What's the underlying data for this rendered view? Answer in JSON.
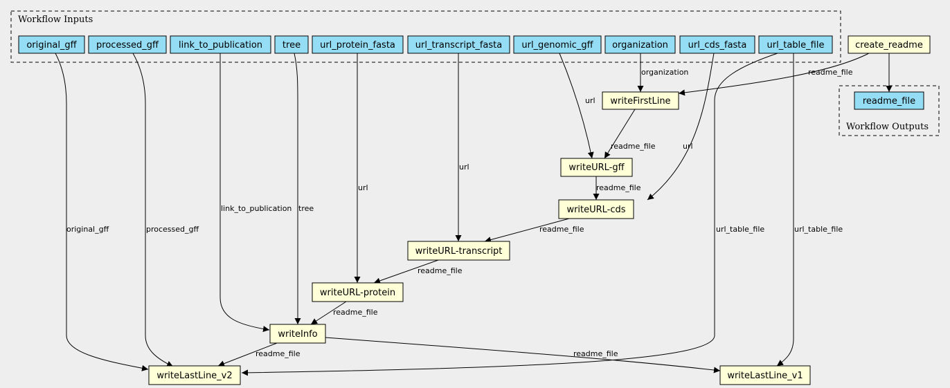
{
  "clusters": {
    "inputs": "Workflow Inputs",
    "outputs": "Workflow Outputs"
  },
  "inputs": [
    "original_gff",
    "processed_gff",
    "link_to_publication",
    "tree",
    "url_protein_fasta",
    "url_transcript_fasta",
    "url_genomic_gff",
    "organization",
    "url_cds_fasta",
    "url_table_file"
  ],
  "outputs": [
    "readme_file"
  ],
  "steps": [
    "create_readme",
    "writeFirstLine",
    "writeURL-gff",
    "writeURL-cds",
    "writeURL-transcript",
    "writeURL-protein",
    "writeInfo",
    "writeLastLine_v2",
    "writeLastLine_v1"
  ],
  "edges": [
    {
      "from": "original_gff",
      "to": "writeLastLine_v2",
      "label": "original_gff"
    },
    {
      "from": "processed_gff",
      "to": "writeLastLine_v2",
      "label": "processed_gff"
    },
    {
      "from": "link_to_publication",
      "to": "writeInfo",
      "label": "link_to_publication"
    },
    {
      "from": "tree",
      "to": "writeInfo",
      "label": "tree"
    },
    {
      "from": "url_protein_fasta",
      "to": "writeURL-protein",
      "label": "url"
    },
    {
      "from": "url_transcript_fasta",
      "to": "writeURL-transcript",
      "label": "url"
    },
    {
      "from": "url_genomic_gff",
      "to": "writeURL-gff",
      "label": "url"
    },
    {
      "from": "organization",
      "to": "writeFirstLine",
      "label": "organization"
    },
    {
      "from": "url_cds_fasta",
      "to": "writeURL-cds",
      "label": "url"
    },
    {
      "from": "url_table_file",
      "to": "writeLastLine_v2",
      "label": "url_table_file"
    },
    {
      "from": "url_table_file",
      "to": "writeLastLine_v1",
      "label": "url_table_file"
    },
    {
      "from": "create_readme",
      "to": "writeFirstLine",
      "label": "readme_file"
    },
    {
      "from": "create_readme",
      "to": "readme_file",
      "label": ""
    },
    {
      "from": "writeFirstLine",
      "to": "writeURL-gff",
      "label": "readme_file"
    },
    {
      "from": "writeURL-gff",
      "to": "writeURL-cds",
      "label": "readme_file"
    },
    {
      "from": "writeURL-cds",
      "to": "writeURL-transcript",
      "label": "readme_file"
    },
    {
      "from": "writeURL-transcript",
      "to": "writeURL-protein",
      "label": "readme_file"
    },
    {
      "from": "writeURL-protein",
      "to": "writeInfo",
      "label": "readme_file"
    },
    {
      "from": "writeInfo",
      "to": "writeLastLine_v2",
      "label": "readme_file"
    },
    {
      "from": "writeInfo",
      "to": "writeLastLine_v1",
      "label": "readme_file"
    }
  ],
  "colors": {
    "input_fill": "#94ddf4",
    "step_fill": "#ffffd8",
    "background": "#eeeeee"
  }
}
